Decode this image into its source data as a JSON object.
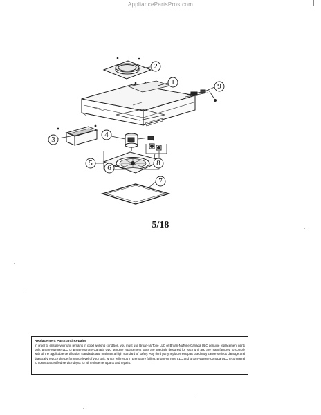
{
  "watermark": "AppliancePartsPros.com",
  "page_label": "5/18",
  "callouts": {
    "c1": "1",
    "c2": "2",
    "c3": "3",
    "c4": "4",
    "c5": "5",
    "c6": "6",
    "c7": "7",
    "c8": "8",
    "c9": "9"
  },
  "notice": {
    "title": "Replacement Parts and Repairs",
    "body": "In order to ensure your unit remains in good working condition, you must use Broan-NuTone LLC or Broan-NuTone Canada ULC genuine replacement parts only. Broan-NuTone LLC or Broan-NuTone Canada ULC genuine replacement parts are specially designed for each unit and are manufactured to comply with all the applicable certification standards and maintain a high standard of safety. Any third party replacement part used may cause serious damage and drastically reduce the performance level of your unit, which will result in premature failing. Broan-NuTone LLC and Broan-NuTone Canada ULC recommend to contact a certified service depot for all replacement parts and repairs."
  }
}
